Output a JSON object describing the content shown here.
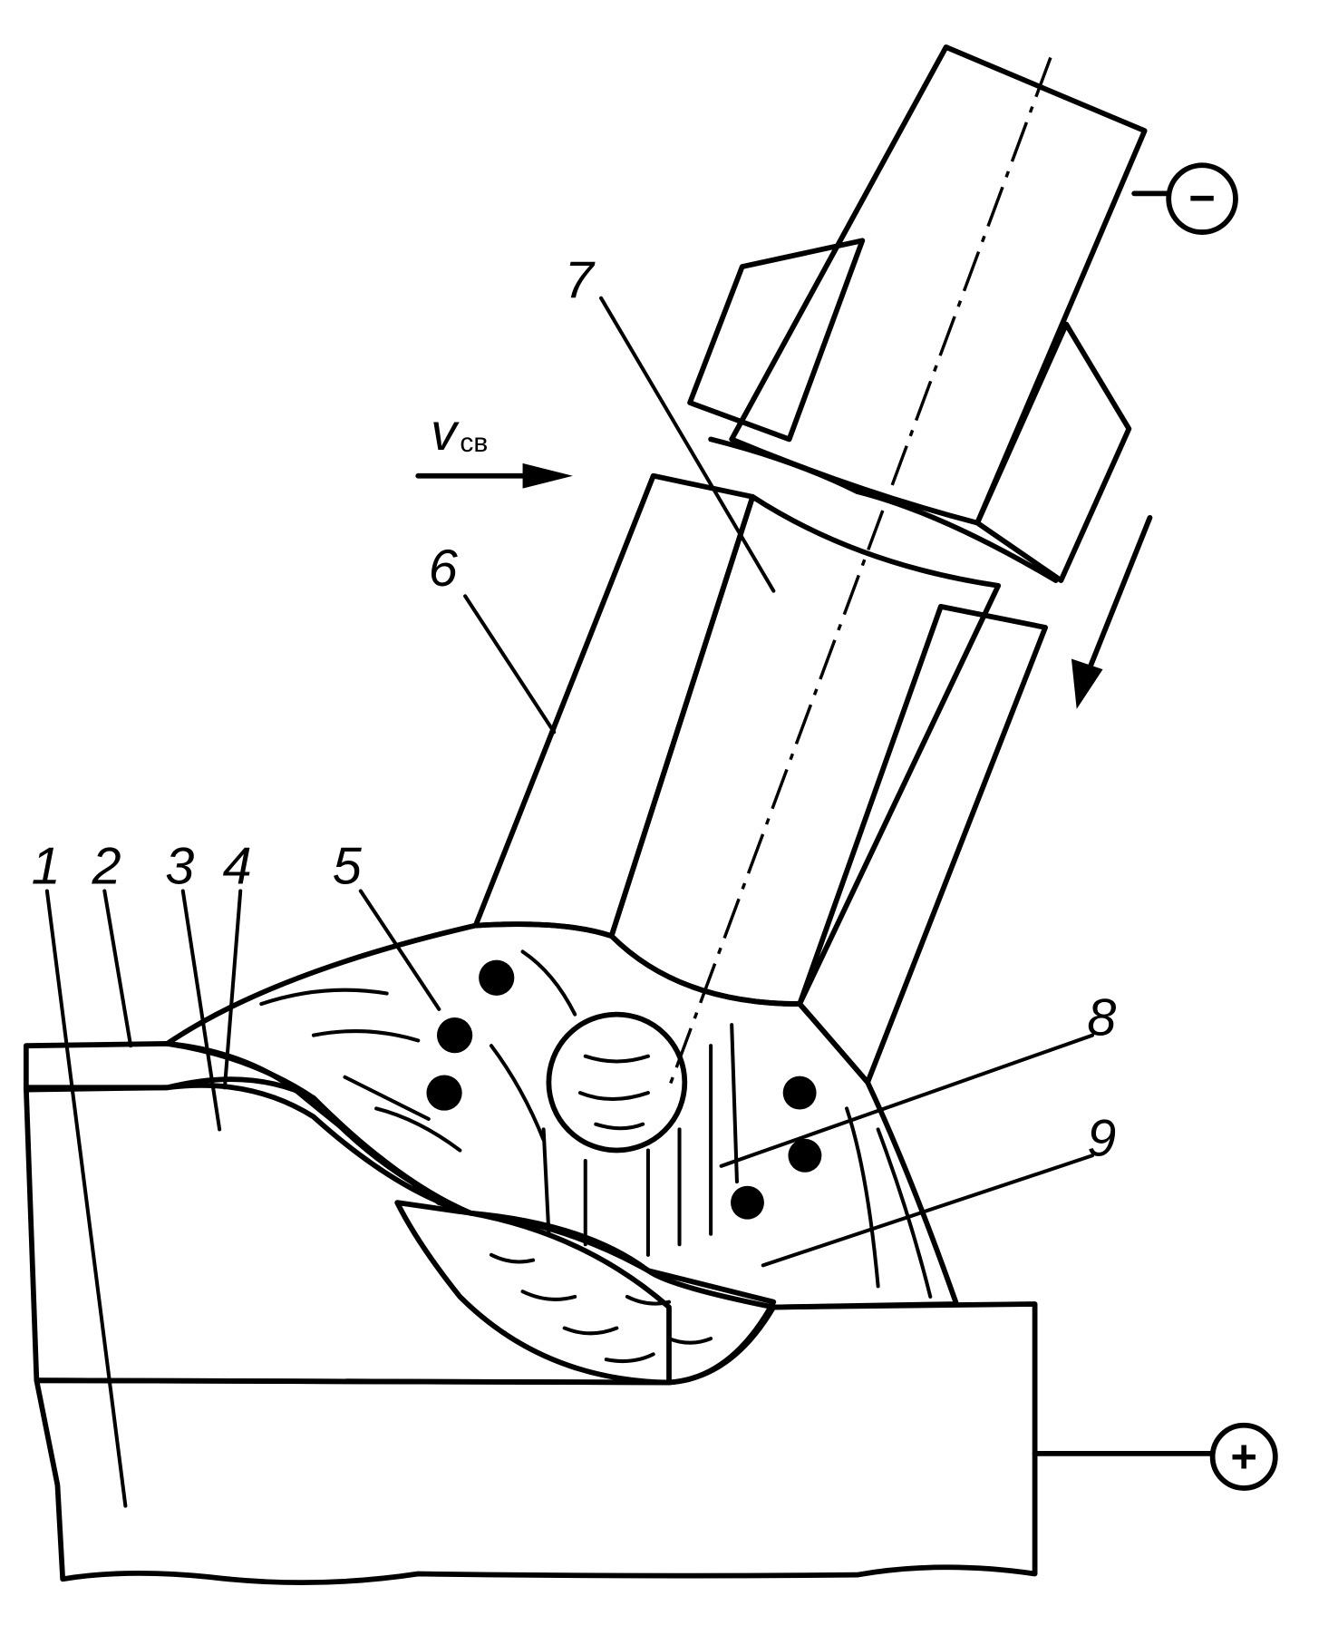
{
  "figure": {
    "labels": [
      "1",
      "2",
      "3",
      "4",
      "5",
      "6",
      "7",
      "8",
      "9"
    ],
    "velocity": {
      "symbol": "v",
      "subscript": "св"
    },
    "terminals": {
      "negative": "−",
      "positive": "+"
    }
  },
  "colors": {
    "ink": "#000000",
    "background": "#ffffff"
  }
}
